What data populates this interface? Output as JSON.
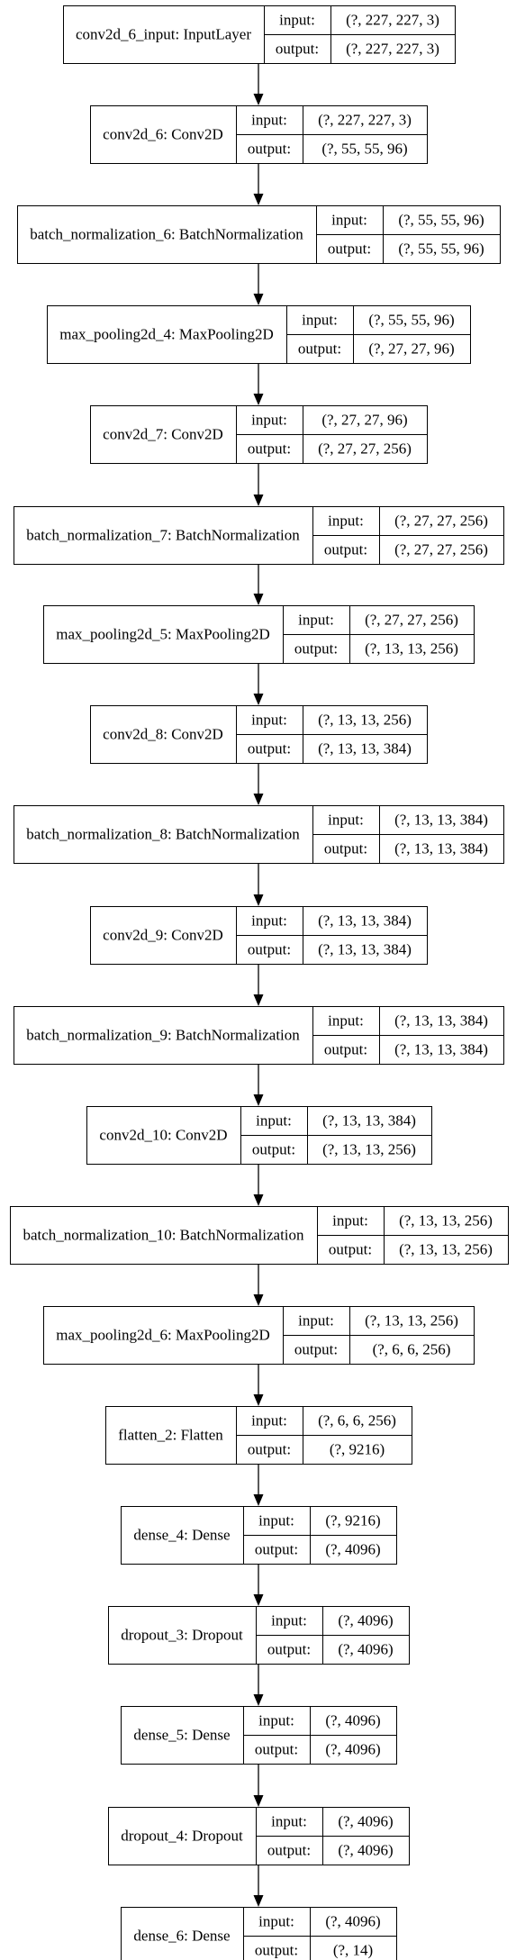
{
  "nodes": [
    {
      "name": "conv2d_6_input: InputLayer",
      "input": "(?, 227, 227, 3)",
      "output": "(?, 227, 227, 3)"
    },
    {
      "name": "conv2d_6: Conv2D",
      "input": "(?, 227, 227, 3)",
      "output": "(?, 55, 55, 96)"
    },
    {
      "name": "batch_normalization_6: BatchNormalization",
      "input": "(?, 55, 55, 96)",
      "output": "(?, 55, 55, 96)"
    },
    {
      "name": "max_pooling2d_4: MaxPooling2D",
      "input": "(?, 55, 55, 96)",
      "output": "(?, 27, 27, 96)"
    },
    {
      "name": "conv2d_7: Conv2D",
      "input": "(?, 27, 27, 96)",
      "output": "(?, 27, 27, 256)"
    },
    {
      "name": "batch_normalization_7: BatchNormalization",
      "input": "(?, 27, 27, 256)",
      "output": "(?, 27, 27, 256)"
    },
    {
      "name": "max_pooling2d_5: MaxPooling2D",
      "input": "(?, 27, 27, 256)",
      "output": "(?, 13, 13, 256)"
    },
    {
      "name": "conv2d_8: Conv2D",
      "input": "(?, 13, 13, 256)",
      "output": "(?, 13, 13, 384)"
    },
    {
      "name": "batch_normalization_8: BatchNormalization",
      "input": "(?, 13, 13, 384)",
      "output": "(?, 13, 13, 384)"
    },
    {
      "name": "conv2d_9: Conv2D",
      "input": "(?, 13, 13, 384)",
      "output": "(?, 13, 13, 384)"
    },
    {
      "name": "batch_normalization_9: BatchNormalization",
      "input": "(?, 13, 13, 384)",
      "output": "(?, 13, 13, 384)"
    },
    {
      "name": "conv2d_10: Conv2D",
      "input": "(?, 13, 13, 384)",
      "output": "(?, 13, 13, 256)"
    },
    {
      "name": "batch_normalization_10: BatchNormalization",
      "input": "(?, 13, 13, 256)",
      "output": "(?, 13, 13, 256)"
    },
    {
      "name": "max_pooling2d_6: MaxPooling2D",
      "input": "(?, 13, 13, 256)",
      "output": "(?, 6, 6, 256)"
    },
    {
      "name": "flatten_2: Flatten",
      "input": "(?, 6, 6, 256)",
      "output": "(?, 9216)"
    },
    {
      "name": "dense_4: Dense",
      "input": "(?, 9216)",
      "output": "(?, 4096)"
    },
    {
      "name": "dropout_3: Dropout",
      "input": "(?, 4096)",
      "output": "(?, 4096)"
    },
    {
      "name": "dense_5: Dense",
      "input": "(?, 4096)",
      "output": "(?, 4096)"
    },
    {
      "name": "dropout_4: Dropout",
      "input": "(?, 4096)",
      "output": "(?, 4096)"
    },
    {
      "name": "dense_6: Dense",
      "input": "(?, 4096)",
      "output": "(?, 14)"
    }
  ],
  "port_labels": {
    "input": "input:",
    "output": "output:"
  },
  "colors": {
    "stroke": "#000000",
    "fill": "#ffffff",
    "text": "#000000"
  }
}
